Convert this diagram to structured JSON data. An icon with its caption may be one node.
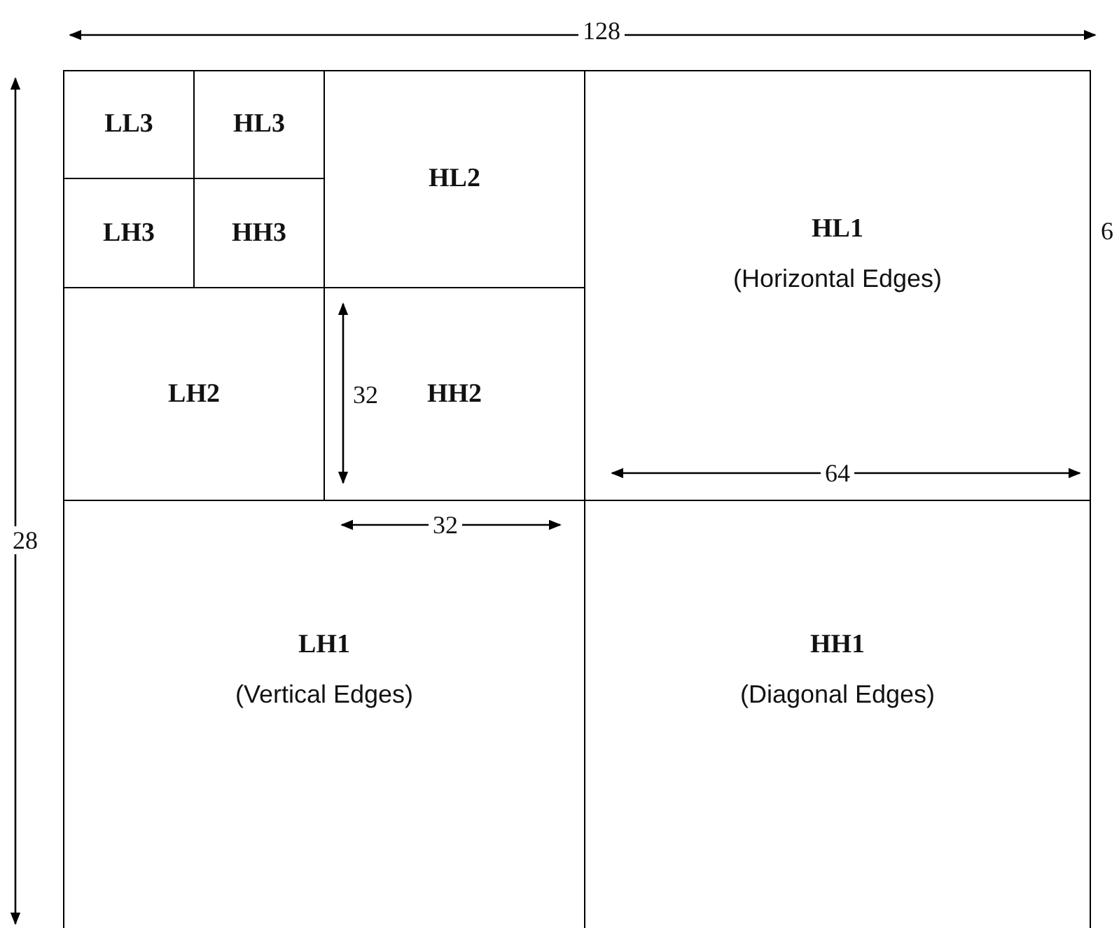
{
  "diagram": {
    "nodes": [
      {
        "text": [
          "LL3"
        ]
      },
      {
        "text": [
          "HL3"
        ]
      },
      {
        "text": [
          "LH3"
        ]
      },
      {
        "text": [
          "HH3"
        ]
      },
      {
        "text": [
          "HL2"
        ]
      },
      {
        "text": [
          "LH2"
        ]
      },
      {
        "text": [
          "HH2"
        ]
      },
      {
        "text": [
          "HL1",
          "(Horizontal Edges)"
        ]
      },
      {
        "text": [
          "LH1",
          "(Vertical Edges)"
        ]
      },
      {
        "text": [
          "HH1",
          "(Diagonal Edges)"
        ]
      }
    ],
    "edges": [],
    "labels": [
      "128",
      "6",
      "32",
      "64",
      "28",
      "32"
    ]
  }
}
